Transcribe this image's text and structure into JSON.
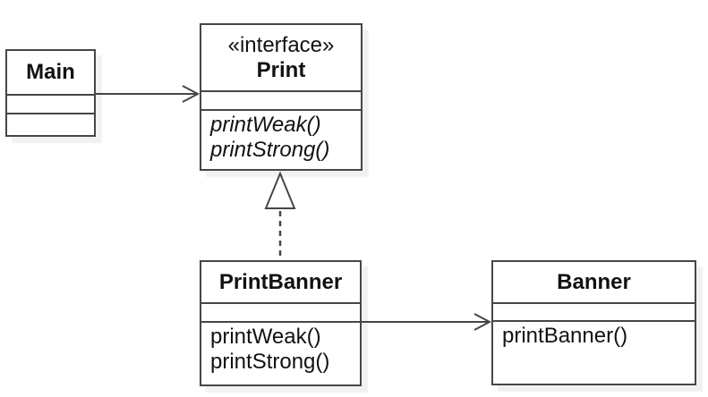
{
  "diagram": {
    "kind": "uml-class-diagram",
    "colors": {
      "border": "#464646",
      "text": "#121212",
      "fill": "#ffffff",
      "shadow": "rgba(0,0,0,0.055)"
    },
    "classes": {
      "main": {
        "title": "Main",
        "attributes": [],
        "methods": []
      },
      "print": {
        "stereotype": "«interface»",
        "title": "Print",
        "attributes": [],
        "methods": [
          "printWeak()",
          "printStrong()"
        ]
      },
      "printbanner": {
        "title": "PrintBanner",
        "attributes": [],
        "methods": [
          "printWeak()",
          "printStrong()"
        ]
      },
      "banner": {
        "title": "Banner",
        "attributes": [],
        "methods": [
          "printBanner()"
        ]
      }
    },
    "relationships": [
      {
        "from": "Main",
        "to": "Print",
        "type": "association",
        "line": "solid",
        "arrowhead": "open"
      },
      {
        "from": "PrintBanner",
        "to": "Print",
        "type": "realization",
        "line": "dashed",
        "arrowhead": "hollow-triangle"
      },
      {
        "from": "PrintBanner",
        "to": "Banner",
        "type": "association",
        "line": "solid",
        "arrowhead": "open"
      }
    ]
  }
}
